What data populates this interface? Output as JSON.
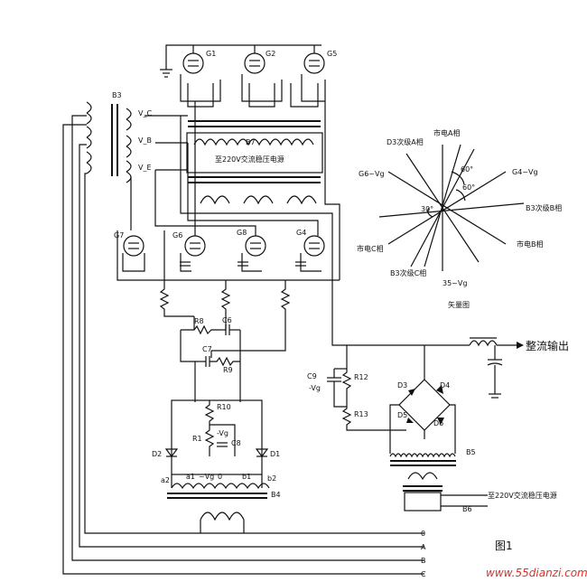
{
  "tubes": {
    "g1": "G1",
    "g2": "G2",
    "g3": "G5",
    "g4": "G7",
    "g5": "G6",
    "g6": "G8",
    "g7": "G4"
  },
  "transformers": {
    "b3": "B3",
    "b7": "B7",
    "b4": "B4",
    "b5": "B5",
    "b6": "B6"
  },
  "phase_labels": {
    "vc": "V_C",
    "vb": "V_B",
    "va": "V_E"
  },
  "b7_text": "至220V交流稳压电源",
  "b6_text": "至220V交流稳压电源",
  "components": {
    "r8": "R8",
    "r9": "R9",
    "c6": "C6",
    "c7": "C7",
    "c8": "C8",
    "c9": "C9",
    "vg_c9": "-Vg",
    "r10": "R10",
    "r11": "R1",
    "r12": "R12",
    "r13": "R13",
    "vg_r11": "-Vg",
    "d1": "D1",
    "d2": "D2",
    "d3": "D3",
    "d4": "D4",
    "d5": "D5",
    "d6": "D6"
  },
  "b4_taps": {
    "a2": "a2",
    "a1": "a1",
    "vg": "~Vg",
    "zero": "0",
    "b1": "b1",
    "b2": "b2"
  },
  "output_label": "整流输出",
  "phasor": {
    "title": "矢量图",
    "l1": "市电A相",
    "l2": "D3次级A相",
    "l3": "G6~Vg",
    "l4": "G4~Vg",
    "l5": "B3次级B相",
    "l6": "市电C相",
    "l7": "市电B相",
    "l8": "B3次级C相",
    "l9": "35~Vg",
    "a60a": "60°",
    "a60b": "60°",
    "a30": "30°"
  },
  "bus_labels": {
    "o": "0",
    "a": "A",
    "b": "B",
    "c": "C"
  },
  "figure_label": "图1",
  "watermark": "www.55dianzi.com"
}
